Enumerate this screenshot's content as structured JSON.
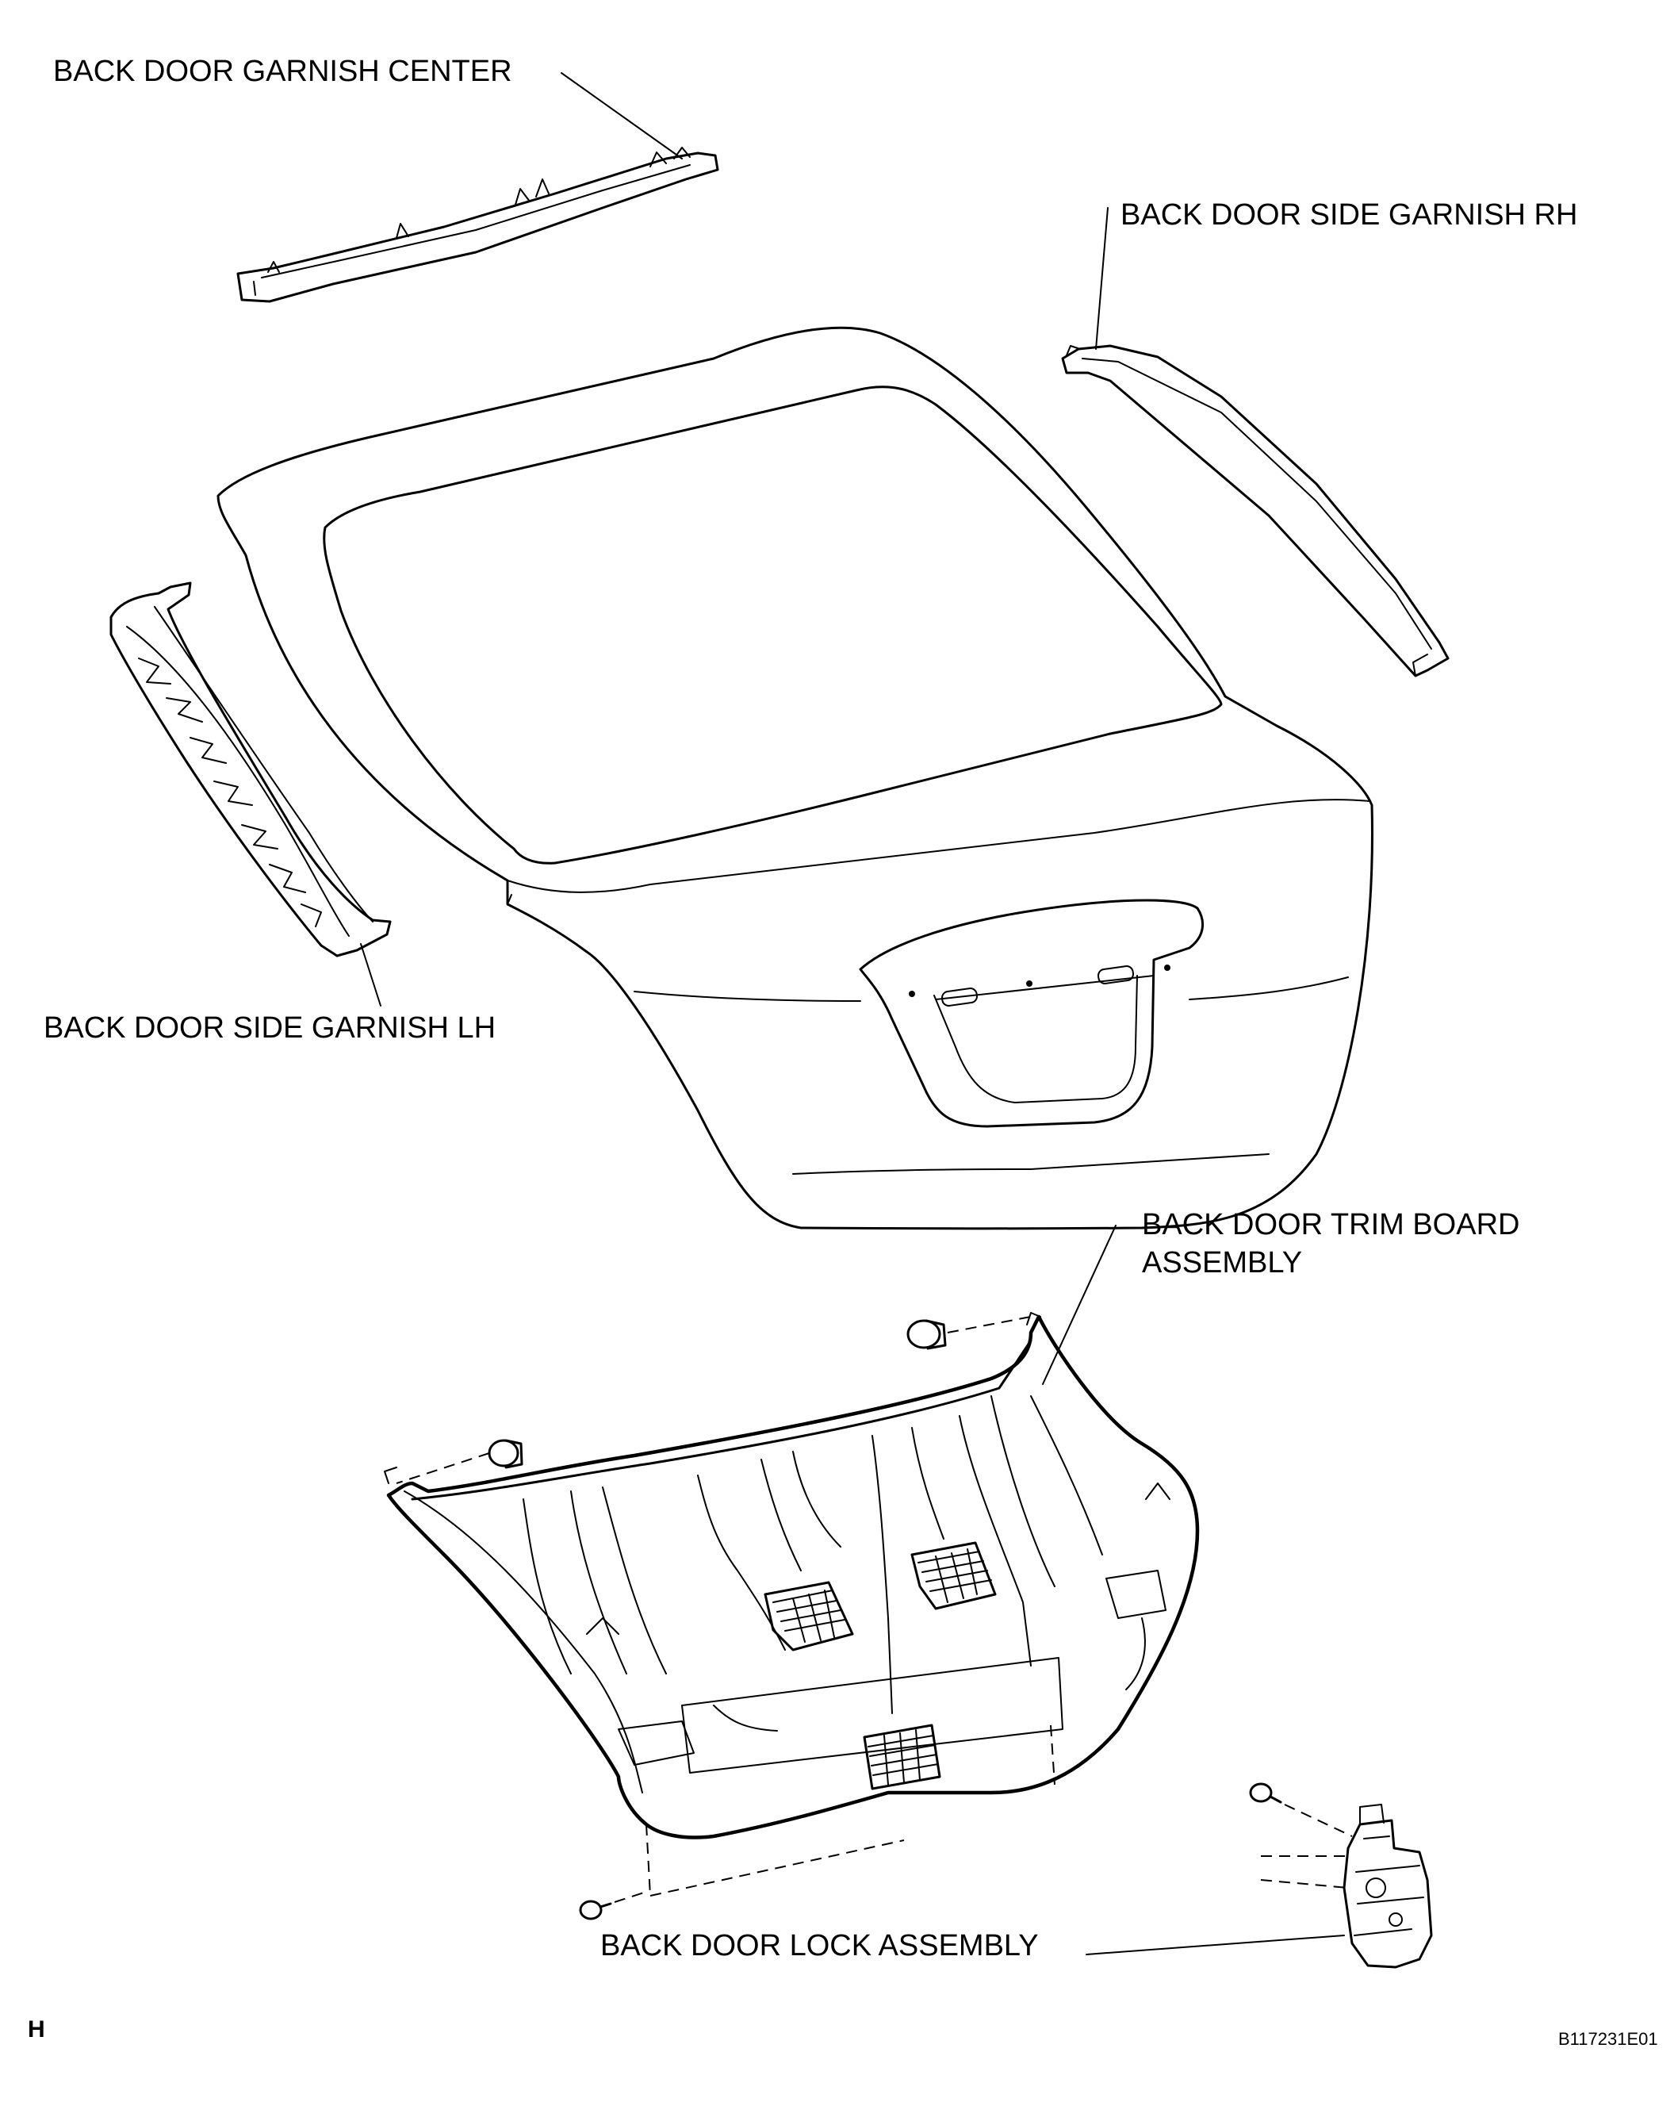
{
  "labels": {
    "garnish_center": "BACK DOOR GARNISH CENTER",
    "side_garnish_rh": "BACK DOOR SIDE GARNISH RH",
    "side_garnish_lh": "BACK DOOR SIDE GARNISH LH",
    "trim_board_line1": "BACK DOOR TRIM BOARD",
    "trim_board_line2": "ASSEMBLY",
    "lock_assembly": "BACK DOOR LOCK ASSEMBLY"
  },
  "corner_mark": "H",
  "figure_code": "B117231E01"
}
